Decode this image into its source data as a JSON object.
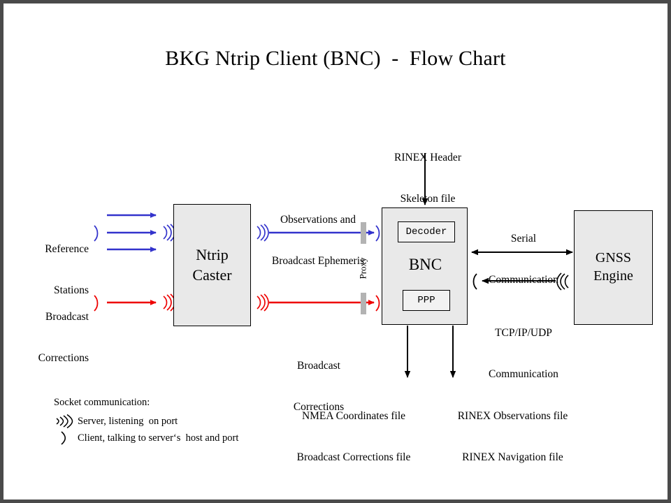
{
  "title": "BKG Ntrip Client (BNC)  -  Flow Chart",
  "colors": {
    "blue": "#3333cc",
    "red": "#ee0000",
    "black": "#000000",
    "box_fill": "#e9e9e9",
    "proxy_gray": "#b3b3b3",
    "frame_border": "#4a4a4a"
  },
  "boxes": {
    "caster": {
      "line1": "Ntrip",
      "line2": "Caster"
    },
    "bnc": {
      "label": "BNC",
      "decoder": "Decoder",
      "ppp": "PPP"
    },
    "gnss": {
      "line1": "GNSS",
      "line2": "Engine"
    }
  },
  "labels": {
    "reference_stations": {
      "line1": "Reference",
      "line2": "Stations"
    },
    "broadcast_corrections_in": {
      "line1": "Broadcast",
      "line2": "Corrections"
    },
    "observations_ephemeris": {
      "line1": "Observations and",
      "line2": "Broadcast Ephemeris"
    },
    "broadcast_corrections_mid": {
      "line1": "Broadcast",
      "line2": "Corrections"
    },
    "rinex_header": {
      "line1": "RINEX Header",
      "line2": "Skeleton file"
    },
    "serial_communication": {
      "line1": "Serial",
      "line2": "Communication"
    },
    "tcp_communication": {
      "line1": "TCP/IP/UDP",
      "line2": "Communication"
    },
    "nmea_outputs": {
      "line1": "NMEA Coordinates file",
      "line2": "Broadcast Corrections file"
    },
    "rinex_outputs": {
      "line1": "RINEX Observations file",
      "line2": "RINEX Navigation file"
    },
    "proxy": "Proxy"
  },
  "legend": {
    "heading": "Socket communication:",
    "items": [
      {
        "glyph": "server-socket-icon",
        "text": "Server, listening  on port"
      },
      {
        "glyph": "client-socket-icon",
        "text": "Client, talking to server‘s  host and port"
      }
    ]
  }
}
